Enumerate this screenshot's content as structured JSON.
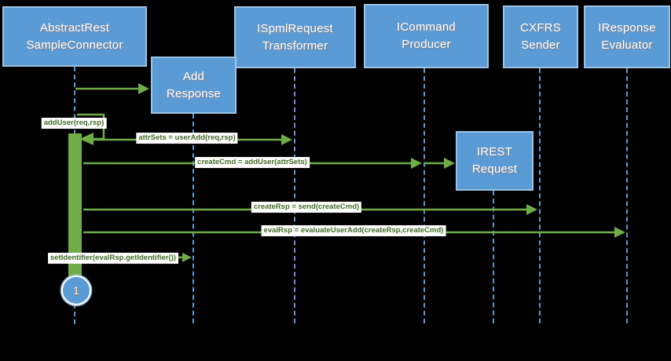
{
  "diagram": {
    "type": "uml-sequence-diagram",
    "actors": [
      {
        "id": "abstract-rest-sample-connector",
        "label": "AbstractRest\nSampleConnector"
      },
      {
        "id": "ispml-request-transformer",
        "label": "ISpmlRequest\nTransformer"
      },
      {
        "id": "icommand-producer",
        "label": "ICommand\nProducer"
      },
      {
        "id": "cxfrs-sender",
        "label": "CXFRS\nSender"
      },
      {
        "id": "iresponse-evaluator",
        "label": "IResponse\nEvaluator"
      }
    ],
    "objects": [
      {
        "id": "add-response",
        "label": "Add\nResponse"
      },
      {
        "id": "irest-request",
        "label": "IREST\nRequest"
      }
    ],
    "messages": [
      {
        "id": "create-add-response",
        "label": "",
        "from": "abstract-rest-sample-connector",
        "to": "add-response",
        "kind": "create"
      },
      {
        "id": "add-user",
        "label": "addUser(req,rsp)",
        "from": "abstract-rest-sample-connector",
        "to": "abstract-rest-sample-connector",
        "kind": "self"
      },
      {
        "id": "attr-sets",
        "label": "attrSets = userAdd(req,rsp)",
        "from": "abstract-rest-sample-connector",
        "to": "ispml-request-transformer",
        "kind": "call"
      },
      {
        "id": "create-cmd",
        "label": "createCmd = addUser(attrSets)",
        "from": "abstract-rest-sample-connector",
        "to": "icommand-producer",
        "kind": "call"
      },
      {
        "id": "create-irest-request",
        "label": "",
        "from": "icommand-producer",
        "to": "irest-request",
        "kind": "create"
      },
      {
        "id": "create-rsp",
        "label": "createRsp = send(createCmd)",
        "from": "abstract-rest-sample-connector",
        "to": "cxfrs-sender",
        "kind": "call"
      },
      {
        "id": "eval-rsp",
        "label": "evalRsp = evaluateUserAdd(createRsp,createCmd)",
        "from": "abstract-rest-sample-connector",
        "to": "iresponse-evaluator",
        "kind": "call"
      },
      {
        "id": "set-identifier",
        "label": "setIdentifier(evalRsp.getIdentifier())",
        "from": "abstract-rest-sample-connector",
        "to": "add-response",
        "kind": "call"
      }
    ],
    "badge": {
      "value": "1"
    },
    "colors": {
      "background": "#000000",
      "box_fill": "#5b9bd5",
      "box_border": "#9cc3e5",
      "box_text": "#ffffff",
      "arrow": "#70ad47",
      "label_text": "#3e6b21",
      "lifeline": "#5b9bd5"
    }
  }
}
